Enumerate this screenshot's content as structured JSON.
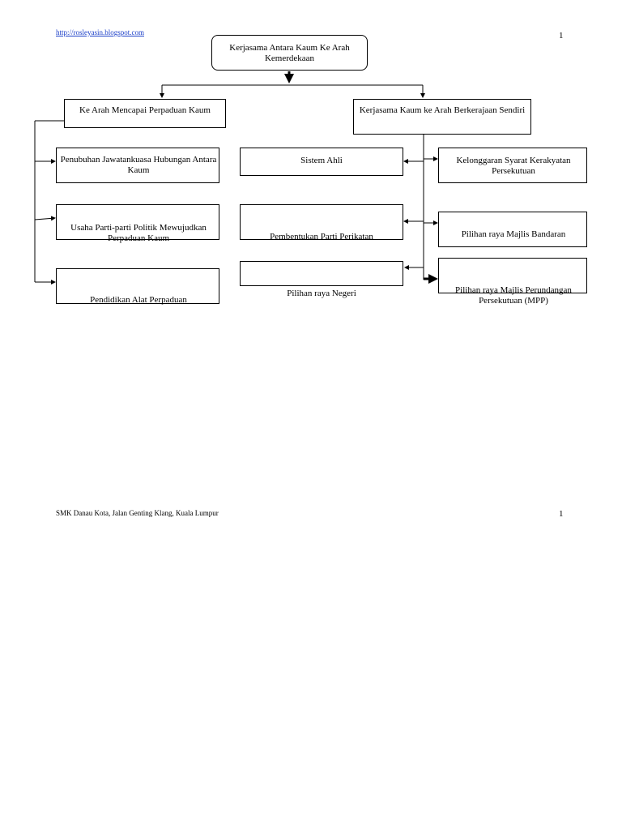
{
  "header": {
    "link": "http://rosleyasin.blogspot.com",
    "page_number": "1"
  },
  "diagram": {
    "root": "Kerjasama Antara Kaum Ke Arah Kemerdekaan",
    "left_branch": {
      "title": "Ke Arah Mencapai Perpaduan Kaum",
      "items": [
        "Penubuhan Jawatankuasa Hubungan Antara Kaum",
        "Usaha Parti-parti Politik Mewujudkan Perpaduan Kaum",
        "Pendidikan Alat Perpaduan"
      ]
    },
    "right_branch": {
      "title": "Kerjasama Kaum ke Arah Berkerajaan Sendiri",
      "middle_items": [
        "Sistem Ahli",
        "Pembentukan Parti Perikatan",
        "Pilihan raya Negeri"
      ],
      "right_items": [
        "Kelonggaran Syarat Kerakyatan Persekutuan",
        "Pilihan raya Majlis Bandaran",
        "Pilihan raya Majlis Perundangan Persekutuan (MPP)"
      ]
    }
  },
  "footer": {
    "address": "SMK Danau Kota, Jalan Genting Klang, Kuala Lumpur",
    "page_number": "1"
  }
}
